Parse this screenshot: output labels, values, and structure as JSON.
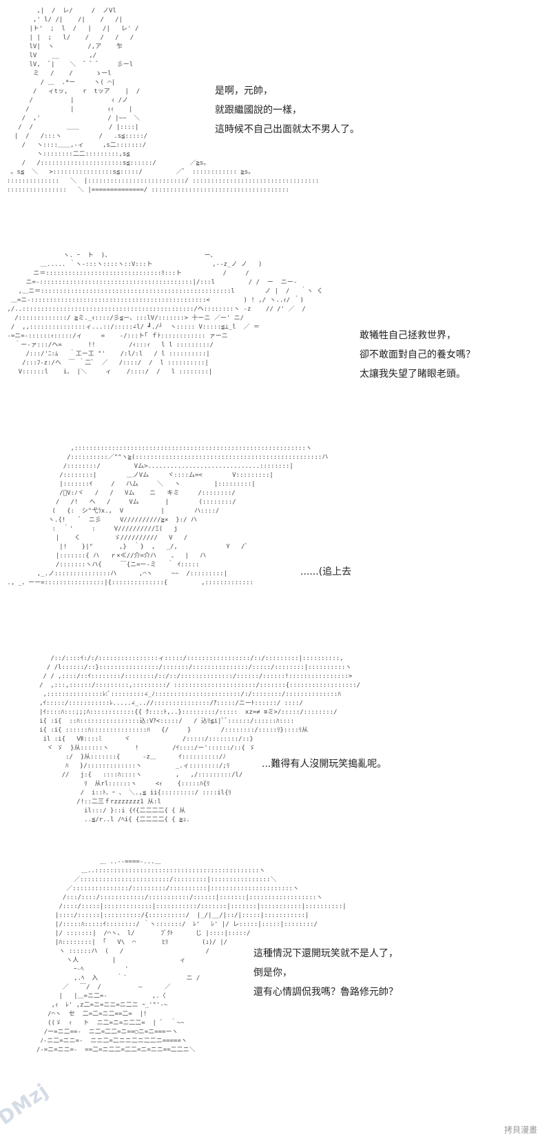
{
  "panels": [
    {
      "lines": [
        "是啊，元帥，",
        "就跟繼國說的一樣，",
        "這時候不自己出面就太不男人了。"
      ]
    },
    {
      "lines": [
        "敢犧牲自己拯救世界，",
        "卻不敢面對自己的養女嗎？",
        "太讓我失望了睹眼老頭。"
      ]
    },
    {
      "lines": [
        "......(追上去"
      ]
    },
    {
      "lines": [
        "...難得有人沒開玩笑搗亂呢。"
      ]
    },
    {
      "lines": [
        "這種情況下還開玩笑就不是人了，",
        "倒是你，",
        "還有心情調侃我嗎？魯路修元帥？"
      ]
    }
  ],
  "watermarks": {
    "left": "DMzj",
    "right": "拷貝漫畫"
  }
}
